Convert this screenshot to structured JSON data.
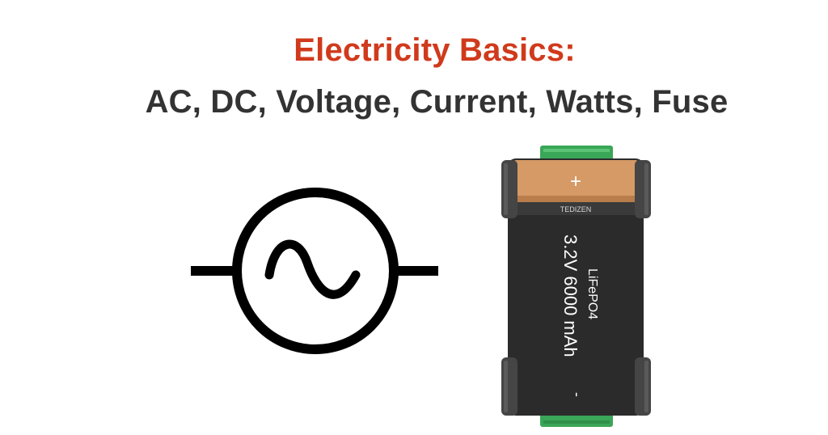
{
  "title": {
    "line1": "Electricity Basics:",
    "line2": "AC, DC, Voltage, Current, Watts, Fuse"
  },
  "ac_symbol": {
    "icon": "ac-source-icon",
    "color": "#000000"
  },
  "battery": {
    "icon": "battery-icon",
    "brand": "TEDIZEN",
    "positive_label": "+",
    "negative_label": "-",
    "chemistry": "LiFePO4",
    "rating": "3.2V 6000 mAh",
    "colors": {
      "cap": "#d59a66",
      "body": "#2b2b2b",
      "terminal": "#3aa657"
    }
  }
}
